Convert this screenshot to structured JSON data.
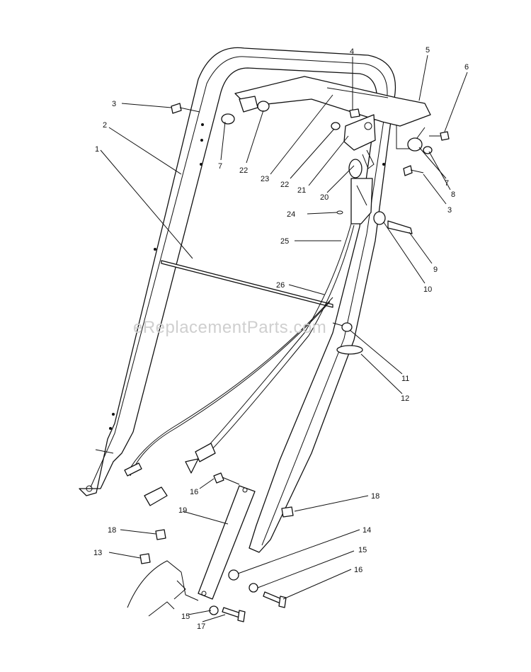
{
  "diagram": {
    "watermark": "eReplacementParts.com",
    "callouts": [
      {
        "id": "c-1",
        "label": "1"
      },
      {
        "id": "c-2",
        "label": "2"
      },
      {
        "id": "c-3a",
        "label": "3"
      },
      {
        "id": "c-3b",
        "label": "3"
      },
      {
        "id": "c-4",
        "label": "4"
      },
      {
        "id": "c-5",
        "label": "5"
      },
      {
        "id": "c-6",
        "label": "6"
      },
      {
        "id": "c-7a",
        "label": "7"
      },
      {
        "id": "c-7b",
        "label": "7"
      },
      {
        "id": "c-8",
        "label": "8"
      },
      {
        "id": "c-9",
        "label": "9"
      },
      {
        "id": "c-10",
        "label": "10"
      },
      {
        "id": "c-11",
        "label": "11"
      },
      {
        "id": "c-12",
        "label": "12"
      },
      {
        "id": "c-13",
        "label": "13"
      },
      {
        "id": "c-14",
        "label": "14"
      },
      {
        "id": "c-15a",
        "label": "15"
      },
      {
        "id": "c-15b",
        "label": "15"
      },
      {
        "id": "c-16a",
        "label": "16"
      },
      {
        "id": "c-16b",
        "label": "16"
      },
      {
        "id": "c-17",
        "label": "17"
      },
      {
        "id": "c-18a",
        "label": "18"
      },
      {
        "id": "c-18b",
        "label": "18"
      },
      {
        "id": "c-19",
        "label": "19"
      },
      {
        "id": "c-20",
        "label": "20"
      },
      {
        "id": "c-21",
        "label": "21"
      },
      {
        "id": "c-22a",
        "label": "22"
      },
      {
        "id": "c-22b",
        "label": "22"
      },
      {
        "id": "c-23",
        "label": "23"
      },
      {
        "id": "c-24",
        "label": "24"
      },
      {
        "id": "c-25",
        "label": "25"
      },
      {
        "id": "c-26",
        "label": "26"
      }
    ]
  }
}
